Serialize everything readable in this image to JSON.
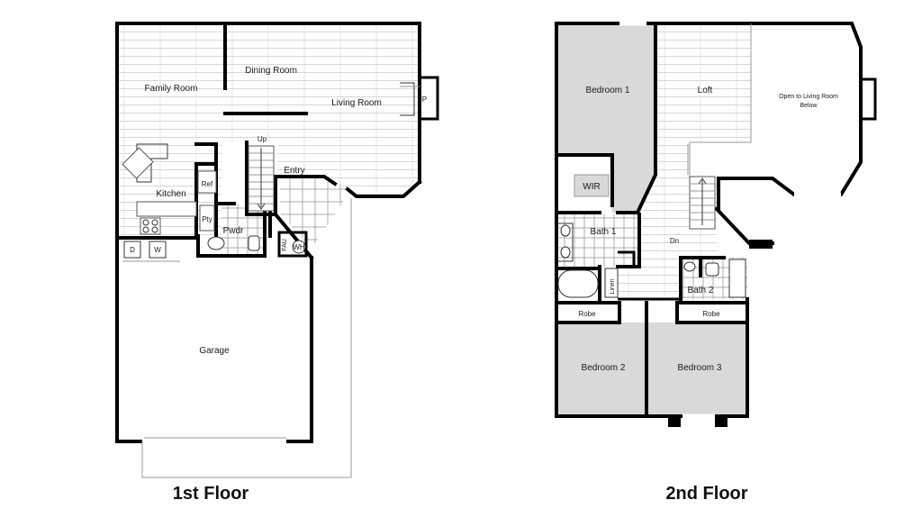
{
  "floors": [
    {
      "title": "1st Floor",
      "rooms": {
        "family_room": "Family Room",
        "dining_room": "Dining Room",
        "living_room": "Living Room",
        "fireplace": "FP",
        "stairs_up": "Up",
        "entry": "Entry",
        "kitchen": "Kitchen",
        "refrigerator": "Ref",
        "pantry": "Pty",
        "powder": "Pwdr",
        "forced_air_unit": "FAU",
        "water_heater": "WH",
        "dryer": "D",
        "washer": "W",
        "garage": "Garage"
      }
    },
    {
      "title": "2nd Floor",
      "rooms": {
        "bedroom_1": "Bedroom 1",
        "loft": "Loft",
        "open_to_living_line1": "Open to Living Room",
        "open_to_living_line2": "Below",
        "walk_in_closet": "WIR",
        "bath_1": "Bath 1",
        "stairs_down": "Dn",
        "linen": "Linen",
        "bath_2": "Bath 2",
        "robe_left": "Robe",
        "robe_right": "Robe",
        "bedroom_2": "Bedroom 2",
        "bedroom_3": "Bedroom 3"
      }
    }
  ],
  "colors": {
    "wall": "#000000",
    "bedroom_fill": "#d9d9d9",
    "floor_plank_line": "#d6d6d6",
    "tile_line": "#9a9a9a"
  }
}
